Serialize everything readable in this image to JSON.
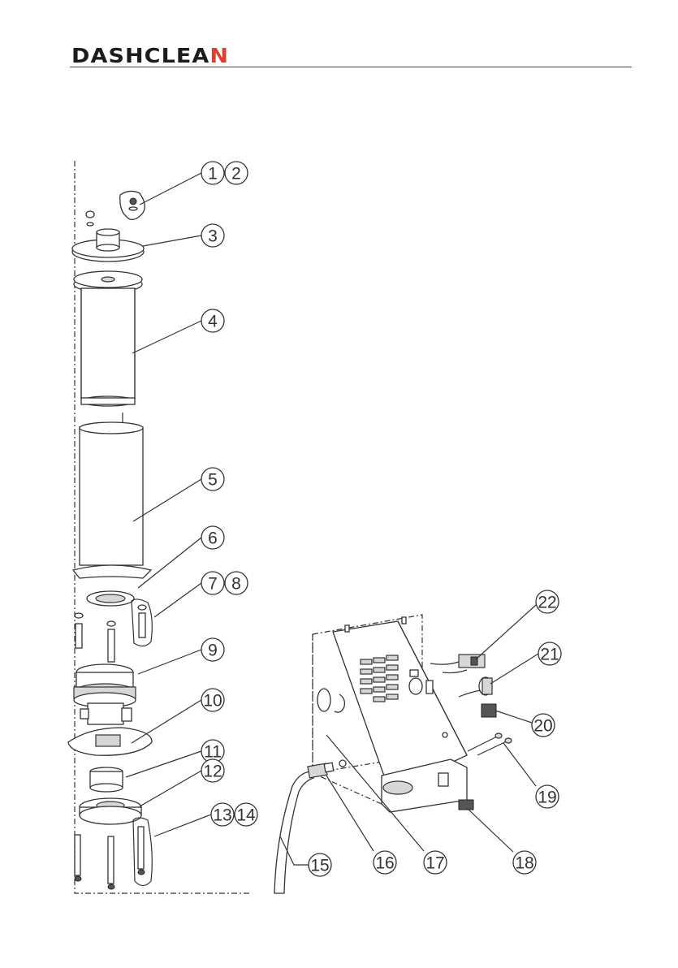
{
  "header": {
    "brand_main": "DASHCLEA",
    "brand_accent": "N"
  },
  "callouts": [
    {
      "id": "c1",
      "label": "1"
    },
    {
      "id": "c2",
      "label": "2"
    },
    {
      "id": "c3",
      "label": "3"
    },
    {
      "id": "c4",
      "label": "4"
    },
    {
      "id": "c5",
      "label": "5"
    },
    {
      "id": "c6",
      "label": "6"
    },
    {
      "id": "c7",
      "label": "7"
    },
    {
      "id": "c8",
      "label": "8"
    },
    {
      "id": "c9",
      "label": "9"
    },
    {
      "id": "c10",
      "label": "10"
    },
    {
      "id": "c11",
      "label": "11"
    },
    {
      "id": "c12",
      "label": "12"
    },
    {
      "id": "c13",
      "label": "13"
    },
    {
      "id": "c14",
      "label": "14"
    },
    {
      "id": "c15",
      "label": "15"
    },
    {
      "id": "c16",
      "label": "16"
    },
    {
      "id": "c17",
      "label": "17"
    },
    {
      "id": "c18",
      "label": "18"
    },
    {
      "id": "c19",
      "label": "19"
    },
    {
      "id": "c20",
      "label": "20"
    },
    {
      "id": "c21",
      "label": "21"
    },
    {
      "id": "c22",
      "label": "22"
    }
  ]
}
